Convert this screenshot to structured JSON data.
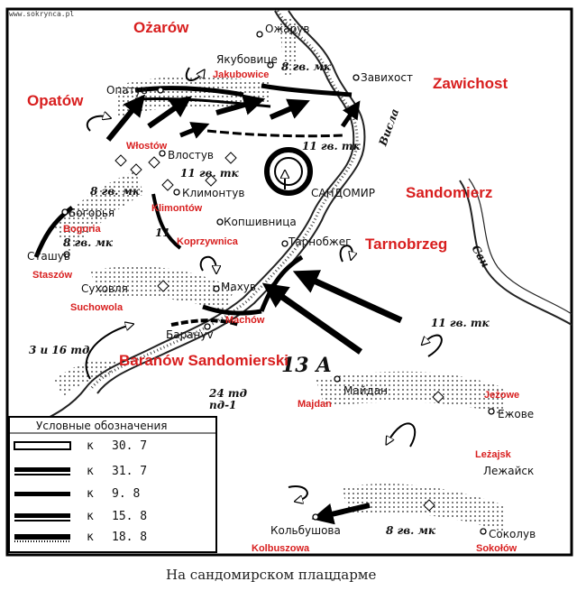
{
  "watermark": "www.sokrynca.pl",
  "caption": "На сандомирском плацдарме",
  "army_label": "13 А",
  "polish_labels": {
    "ozarow": "Ożarów",
    "opatow": "Opatów",
    "jakubowice": "Jakubowice",
    "zawichost": "Zawichost",
    "wlostow": "Włostów",
    "sandomierz": "Sandomierz",
    "klimontow": "Klimontów",
    "bogoria": "Bogoria",
    "koprzywnica": "Koprzywnica",
    "tarnobrzeg": "Tarnobrzeg",
    "staszow": "Staszów",
    "suchowola": "Suchowola",
    "machow": "Machów",
    "baranow": "Baranów Sandomierski",
    "majdan": "Majdan",
    "jezowe": "Jeżowe",
    "lezajsk": "Leżajsk",
    "kolbuszowa": "Kolbuszowa",
    "sokolow": "Sokołów"
  },
  "russian_labels": {
    "ozharuv": "Ожарув",
    "yakubovitse": "Якубовице",
    "opatuv": "Опатув",
    "zavikhost": "Завихост",
    "vlostuv": "Влостув",
    "klimontuv": "Климонтув",
    "sandomir": "САНДОМИР",
    "bogoria": "Богорья",
    "kopshivnitsa": "Копшивница",
    "tarnobzheg": "Тарнобжег",
    "stashuv": "Сташув",
    "sukhovolya": "Суховля",
    "makhuv": "Махув",
    "baranuv": "Барануv",
    "maidan": "Майдан",
    "ezhove": "Ежове",
    "lezhaisk": "Лежайск",
    "kolbushova": "Кольбушова",
    "sokoluv": "Соколув",
    "visla": "Висла",
    "san": "Сан"
  },
  "unit_labels": {
    "u8_top": "8 гв. мк",
    "u11_top": "11 гв. тк",
    "u11_mid": "11 гв. тк",
    "u8_left": "8 гв. мк",
    "u8_bogoria": "8 гв. мк",
    "u11_koprz": "11",
    "u3_16": "3 и 16 тд",
    "u11_right": "11 гв. тк",
    "u24": "24 тд",
    "upd1": "пд-1",
    "u8_bottom": "8 гв. мк"
  },
  "legend": {
    "title": "Условные обозначения",
    "items": [
      {
        "prefix": "к",
        "date": "30. 7"
      },
      {
        "prefix": "к",
        "date": "31. 7"
      },
      {
        "prefix": "к",
        "date": "9. 8"
      },
      {
        "prefix": "к",
        "date": "15. 8"
      },
      {
        "prefix": "к",
        "date": "18. 8"
      }
    ]
  }
}
